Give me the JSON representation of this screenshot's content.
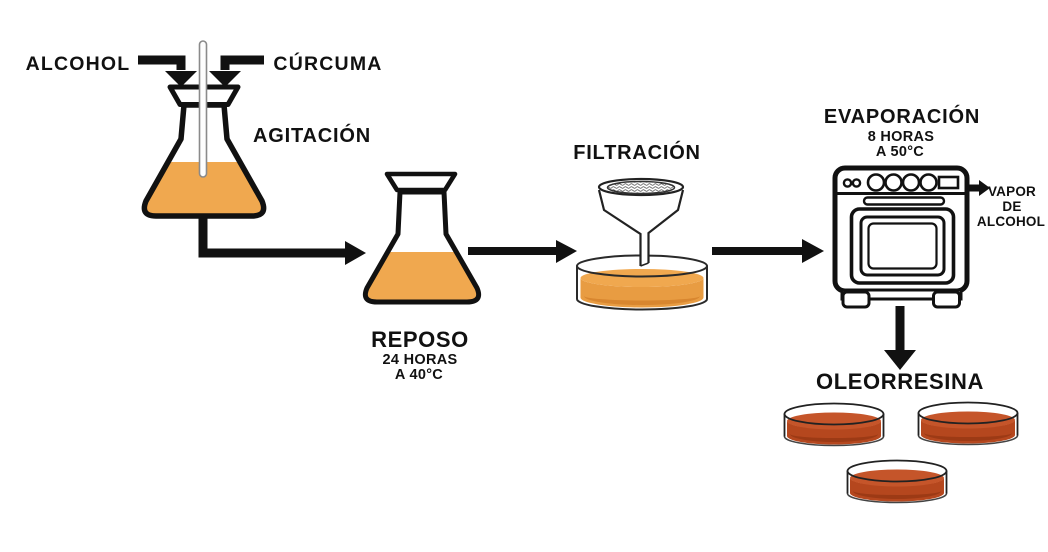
{
  "colors": {
    "ink": "#111111",
    "glass_stroke": "#8a8a8a",
    "liquid": "#F0A84F",
    "liquid_deep": "#E89C42",
    "liquid_shadow": "#D8862F",
    "oleoresin_surface": "#C5552A",
    "oleoresin": "#B5471E",
    "oleoresin_shadow": "#9C3A15"
  },
  "inputs": {
    "alcohol": "ALCOHOL",
    "curcuma": "CÚRCUMA"
  },
  "agitation": {
    "label": "AGITACIÓN"
  },
  "rest": {
    "label": "REPOSO",
    "duration": "24 HORAS",
    "temperature": "A 40°C"
  },
  "filtration": {
    "label": "FILTRACIÓN"
  },
  "evaporation": {
    "label": "EVAPORACIÓN",
    "duration": "8 HORAS",
    "temperature": "A 50°C"
  },
  "vapor": {
    "line1": "VAPOR",
    "line2": "DE",
    "line3": "ALCOHOL"
  },
  "product": {
    "label": "OLEORRESINA"
  }
}
